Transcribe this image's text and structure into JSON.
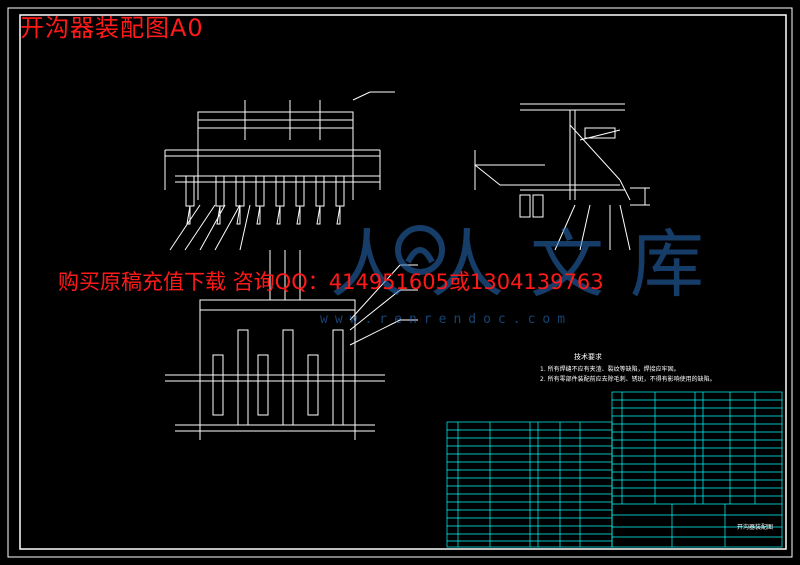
{
  "drawing_title": "开沟器装配图A0",
  "promo_banner": "购买原稿充值下载 咨询QQ：414951605或1304139763",
  "watermark": {
    "logo_text": "人人文库",
    "url": "www.renrendoc.com"
  },
  "technical_requirements": {
    "heading": "技术要求",
    "lines": [
      "1. 所有焊缝不应有夹渣、裂纹等缺陷，焊接应牢固。",
      "2. 所有零部件装配前应去除毛刺、锈斑，不得有影响使用的缺陷。"
    ]
  },
  "title_block": {
    "drawing_name": "开沟器装配图"
  },
  "colors": {
    "background": "#000000",
    "lines": "#ffffff",
    "table_lines": "#00ffff",
    "accent": "#ff1a1a",
    "watermark": "#286ebe"
  }
}
